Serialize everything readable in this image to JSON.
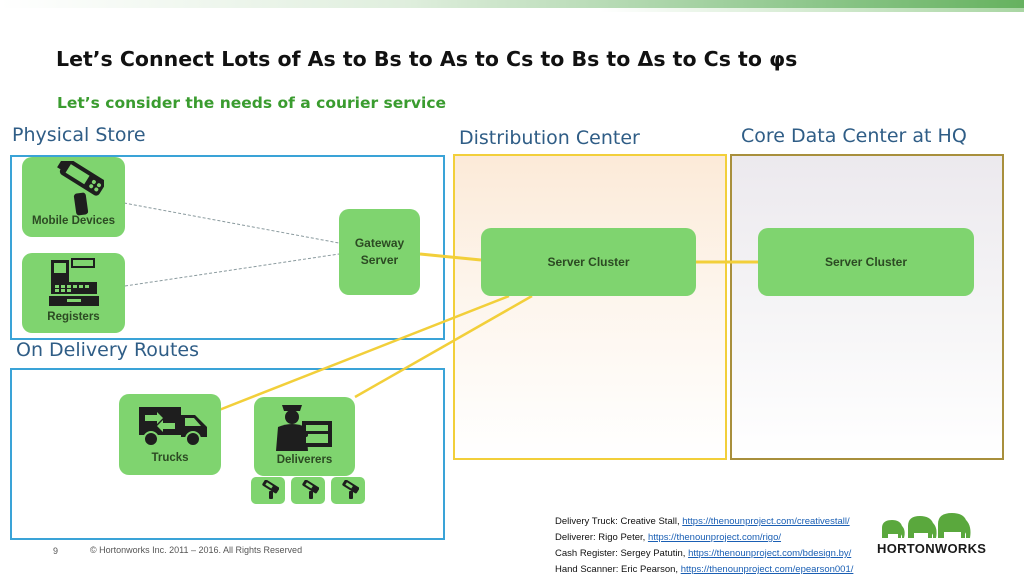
{
  "title": "Let’s Connect Lots of As to Bs to As to Cs to Bs to Δs to Cs to φs",
  "subtitle": "Let’s consider the needs of a courier service",
  "zones": {
    "physical_store": "Physical Store",
    "distribution_center": "Distribution Center",
    "core_data_center": "Core Data Center at HQ",
    "delivery_routes": "On Delivery Routes"
  },
  "nodes": {
    "mobile_devices": "Mobile Devices",
    "registers": "Registers",
    "gateway_line1": "Gateway",
    "gateway_line2": "Server",
    "dc_cluster": "Server Cluster",
    "hq_cluster": "Server Cluster",
    "trucks": "Trucks",
    "deliverers": "Deliverers"
  },
  "icons": [
    "hand-scanner-icon",
    "cash-register-icon",
    "delivery-truck-icon",
    "deliverer-icon"
  ],
  "colors": {
    "node_green": "#7fd46f",
    "store_border": "#3aa3d7",
    "dc_border": "#f2cf3a",
    "hq_border": "#a88f3c",
    "connector": "#f2cf3a",
    "subtitle": "#3a9c2f"
  },
  "footer": {
    "page_number": "9",
    "copyright": "© Hortonworks Inc. 2011 – 2016. All Rights Reserved",
    "logo_text": "HORTONWORKS"
  },
  "credits": [
    {
      "text": "Delivery Truck: Creative Stall, ",
      "link": "https://thenounproject.com/creativestall/"
    },
    {
      "text": "Deliverer: Rigo Peter, ",
      "link": "https://thenounproject.com/rigo/"
    },
    {
      "text": "Cash Register: Sergey Patutin, ",
      "link": "https://thenounproject.com/bdesign.by/"
    },
    {
      "text": "Hand Scanner: Eric Pearson, ",
      "link": "https://thenounproject.com/epearson001/"
    }
  ]
}
